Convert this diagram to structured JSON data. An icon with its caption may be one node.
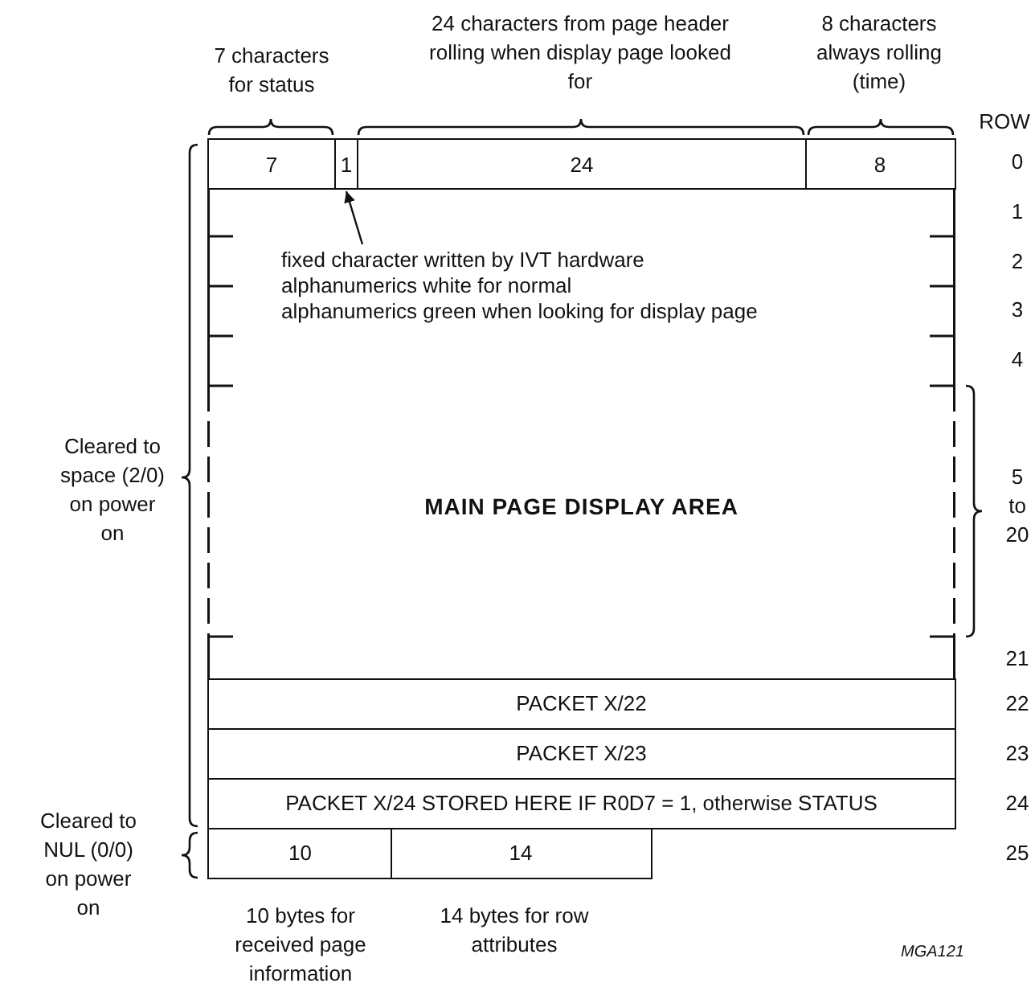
{
  "diagram": {
    "nodes": [
      {
        "text": [
          "7"
        ]
      },
      {
        "text": [
          "1"
        ]
      },
      {
        "text": [
          "24"
        ]
      },
      {
        "text": [
          "8"
        ]
      },
      {
        "text": [
          "MAIN PAGE DISPLAY AREA"
        ]
      },
      {
        "text": [
          "fixed character written by IVT hardware",
          "alphanumerics white for normal",
          "alphanumerics green when looking for display page"
        ],
        "in": 4
      },
      {
        "text": [
          "PACKET X/22"
        ]
      },
      {
        "text": [
          "PACKET X/23"
        ]
      },
      {
        "text": [
          "PACKET X/24 STORED HERE IF R0D7 = 1, otherwise STATUS"
        ]
      },
      {
        "text": [
          "10"
        ]
      },
      {
        "text": [
          "14"
        ]
      }
    ],
    "edges": [
      {
        "from": 5,
        "to": 1,
        "arrow": "to"
      }
    ],
    "labels": [
      "7 characters for status",
      "24 characters from page header rolling when display page looked for",
      "8 characters always rolling (time)",
      "ROW",
      "0",
      "1",
      "2",
      "3",
      "4",
      "Cleared to space (2/0) on power on",
      "5 to 20",
      "21",
      "22",
      "23",
      "24",
      "Cleared to NUL (0/0) on power on",
      "25",
      "10 bytes for received page information",
      "14 bytes for row attributes",
      "MGA121"
    ]
  }
}
